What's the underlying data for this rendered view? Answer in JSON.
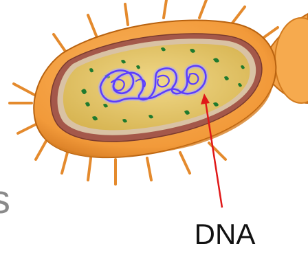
{
  "diagram": {
    "dna_label": "DNA",
    "edge_glyph": "s",
    "colors": {
      "cell_wall": "#f29a3a",
      "cell_wall_dark": "#c46a12",
      "membrane_outer": "#a4584a",
      "membrane_inner": "#d9c2a4",
      "cytoplasm": "#e8c76a",
      "ribosome": "#1f7a2e",
      "dna_strand": "#5a3cff",
      "dna_glow": "#a9a9ff",
      "arrow": "#e01818",
      "label": "#111111",
      "edge_glyph": "#8a8a8a"
    },
    "icons": [
      "bacterium-cell",
      "dna-strand",
      "ribosome-dots",
      "pointer-arrow"
    ]
  }
}
